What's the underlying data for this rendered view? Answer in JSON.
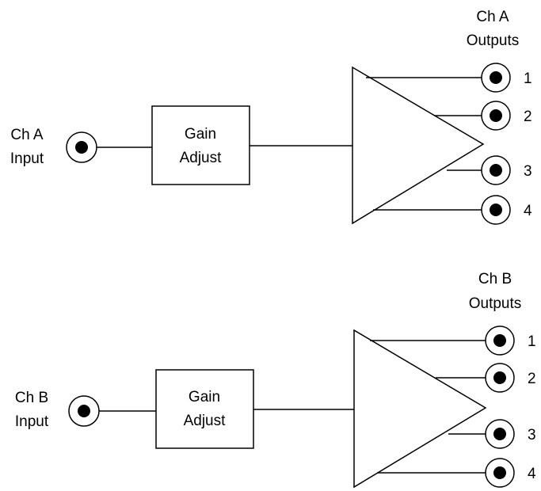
{
  "channels": [
    {
      "input_label_line1": "Ch A",
      "input_label_line2": "Input",
      "gain_label_line1": "Gain",
      "gain_label_line2": "Adjust",
      "outputs_label_line1": "Ch A",
      "outputs_label_line2": "Outputs",
      "outputs": [
        "1",
        "2",
        "3",
        "4"
      ]
    },
    {
      "input_label_line1": "Ch B",
      "input_label_line2": "Input",
      "gain_label_line1": "Gain",
      "gain_label_line2": "Adjust",
      "outputs_label_line1": "Ch B",
      "outputs_label_line2": "Outputs",
      "outputs": [
        "1",
        "2",
        "3",
        "4"
      ]
    }
  ]
}
